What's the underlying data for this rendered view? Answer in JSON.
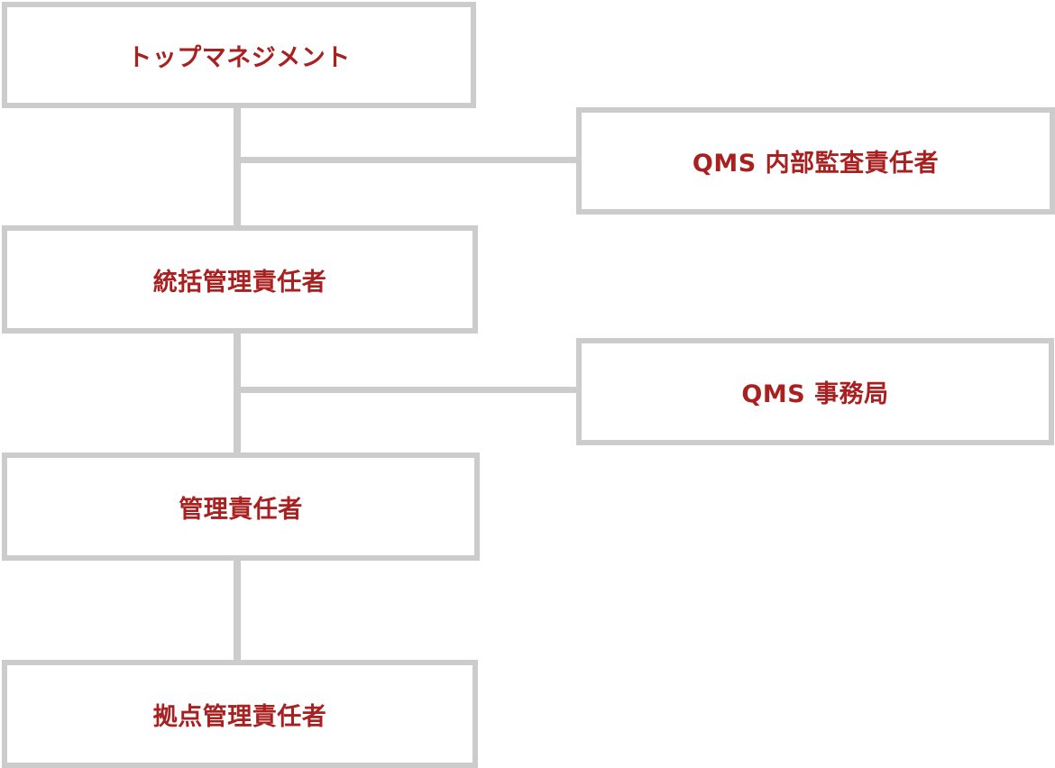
{
  "colors": {
    "text": "#a8201f",
    "border": "#cccccc",
    "connector": "#cccccc",
    "background": "#ffffff"
  },
  "nodes": {
    "top_management": "トップマネジメント",
    "qms_internal_audit": "QMS 内部監査責任者",
    "general_manager": "統括管理責任者",
    "qms_secretariat": "QMS 事務局",
    "manager": "管理責任者",
    "site_manager": "拠点管理責任者"
  }
}
